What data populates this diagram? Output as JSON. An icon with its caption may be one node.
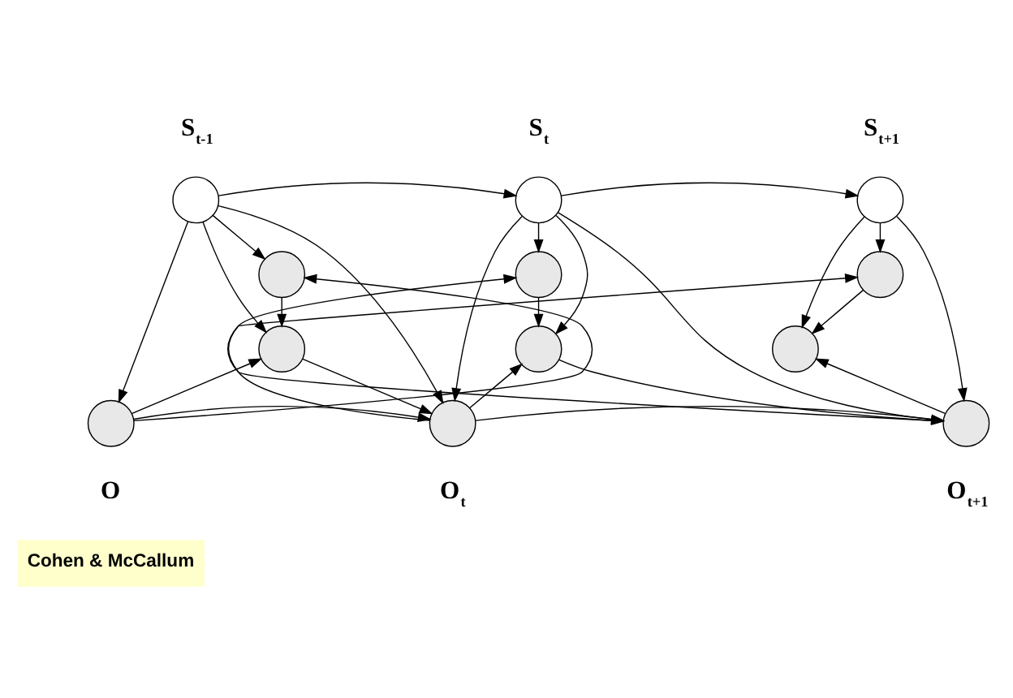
{
  "diagram": {
    "nodes": [
      {
        "text": [
          "S$_{t-1}$"
        ]
      },
      {
        "text": [
          "S$_{t}$"
        ]
      },
      {
        "text": [
          "S$_{t+1}$"
        ]
      },
      {
        "text": [],
        "shape": "circle"
      },
      {
        "text": [],
        "shape": "circle"
      },
      {
        "text": [],
        "shape": "circle",
        "beside": [
          "O"
        ]
      },
      {
        "text": [],
        "shape": "circle"
      },
      {
        "text": [],
        "shape": "circle"
      },
      {
        "text": [],
        "shape": "circle",
        "beside": [
          "O$_{t}$"
        ]
      },
      {
        "text": [],
        "shape": "circle"
      },
      {
        "text": [],
        "shape": "circle"
      },
      {
        "text": [],
        "shape": "circle",
        "beside": [
          "O$_{t+1}$"
        ]
      }
    ],
    "edges": [
      {
        "from": 0,
        "to": 1,
        "arrow": "to"
      },
      {
        "from": 1,
        "to": 2,
        "arrow": "to"
      },
      {
        "from": 0,
        "to": 3,
        "arrow": "to"
      },
      {
        "from": 0,
        "to": 4,
        "arrow": "to"
      },
      {
        "from": 0,
        "to": 5,
        "arrow": "to"
      },
      {
        "from": 0,
        "to": 8,
        "arrow": "to"
      },
      {
        "from": 5,
        "to": 3,
        "arrow": "to"
      },
      {
        "from": 3,
        "to": 4,
        "arrow": "to"
      },
      {
        "from": 5,
        "to": 4,
        "arrow": "to"
      },
      {
        "from": 4,
        "to": 8,
        "arrow": "to"
      },
      {
        "from": 5,
        "to": 8,
        "arrow": "to"
      },
      {
        "from": 1,
        "to": 6,
        "arrow": "to"
      },
      {
        "from": 1,
        "to": 7,
        "arrow": "to"
      },
      {
        "from": 1,
        "to": 8,
        "arrow": "to"
      },
      {
        "from": 1,
        "to": 11,
        "arrow": "to"
      },
      {
        "from": 8,
        "to": 6,
        "arrow": "to"
      },
      {
        "from": 6,
        "to": 7,
        "arrow": "to"
      },
      {
        "from": 8,
        "to": 7,
        "arrow": "to"
      },
      {
        "from": 7,
        "to": 11,
        "arrow": "to"
      },
      {
        "from": 8,
        "to": 11,
        "arrow": "to"
      },
      {
        "from": 2,
        "to": 9,
        "arrow": "to"
      },
      {
        "from": 2,
        "to": 10,
        "arrow": "to"
      },
      {
        "from": 2,
        "to": 11,
        "arrow": "to"
      },
      {
        "from": 11,
        "to": 9,
        "arrow": "to"
      },
      {
        "from": 9,
        "to": 10,
        "arrow": "to"
      },
      {
        "from": 11,
        "to": 10,
        "arrow": "to"
      }
    ],
    "labels": [
      "Cohen & McCallum"
    ]
  }
}
